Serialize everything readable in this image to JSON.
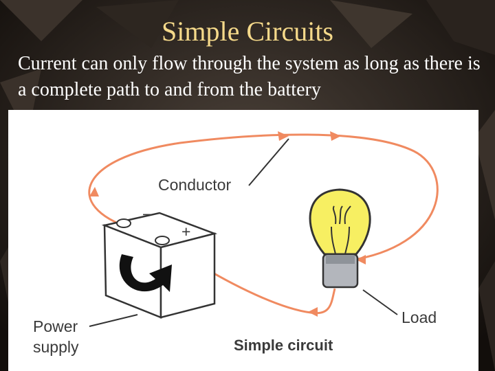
{
  "slide": {
    "title": "Simple Circuits",
    "body": "Current can only flow through the system as long as there is a complete path to and from the battery"
  },
  "diagram": {
    "conductor_label": "Conductor",
    "power_label_line1": "Power",
    "power_label_line2": "supply",
    "load_label": "Load",
    "caption": "Simple circuit",
    "battery_minus": "−",
    "battery_plus": "+",
    "wire_color": "#f08a60",
    "bulb_color": "#f7ef62"
  }
}
